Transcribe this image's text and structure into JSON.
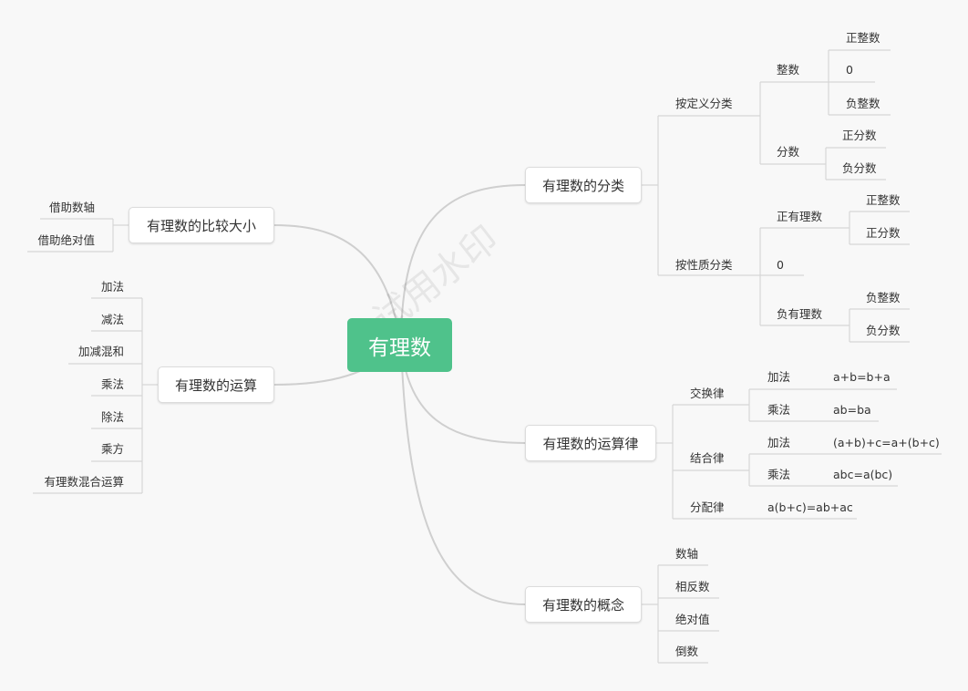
{
  "root": "有理数",
  "watermark": "试用水印",
  "classification": {
    "title": "有理数的分类",
    "by_definition": {
      "label": "按定义分类",
      "integer": {
        "label": "整数",
        "items": [
          "正整数",
          "0",
          "负整数"
        ]
      },
      "fraction": {
        "label": "分数",
        "items": [
          "正分数",
          "负分数"
        ]
      }
    },
    "by_sign": {
      "label": "按性质分类",
      "positive": {
        "label": "正有理数",
        "items": [
          "正整数",
          "正分数"
        ]
      },
      "zero": "0",
      "negative": {
        "label": "负有理数",
        "items": [
          "负整数",
          "负分数"
        ]
      }
    }
  },
  "laws": {
    "title": "有理数的运算律",
    "commutative": {
      "label": "交换律",
      "add": "加法",
      "add_formula": "a+b=b+a",
      "mul": "乘法",
      "mul_formula": "ab=ba"
    },
    "associative": {
      "label": "结合律",
      "add": "加法",
      "add_formula": "(a+b)+c=a+(b+c)",
      "mul": "乘法",
      "mul_formula": "abc=a(bc)"
    },
    "distributive": {
      "label": "分配律",
      "formula": "a(b+c)=ab+ac"
    }
  },
  "concepts": {
    "title": "有理数的概念",
    "items": [
      "数轴",
      "相反数",
      "绝对值",
      "倒数"
    ]
  },
  "compare": {
    "title": "有理数的比较大小",
    "items": [
      "借助数轴",
      "借助绝对值"
    ]
  },
  "operations": {
    "title": "有理数的运算",
    "items": [
      "加法",
      "减法",
      "加减混和",
      "乘法",
      "除法",
      "乘方",
      "有理数混合运算"
    ]
  }
}
